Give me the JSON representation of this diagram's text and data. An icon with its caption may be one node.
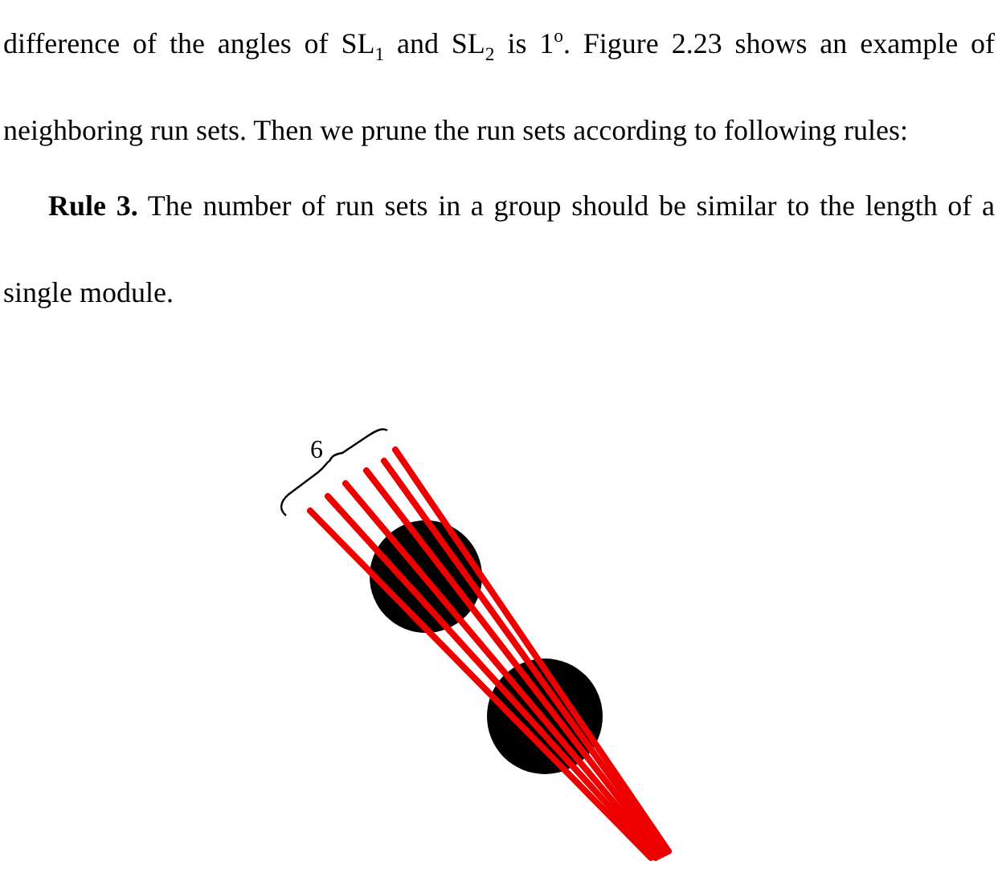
{
  "diagram": {
    "labels": [
      "difference of the angles of SL$_{1}$ and SL$_{2}$ is 1$^{o}$. Figure 2.23 shows an example of neighboring run sets. Then we prune the run sets according to following rules:",
      "**Rule 3.** The number of run sets in a group should be similar to the length of a single module.",
      "6"
    ]
  }
}
